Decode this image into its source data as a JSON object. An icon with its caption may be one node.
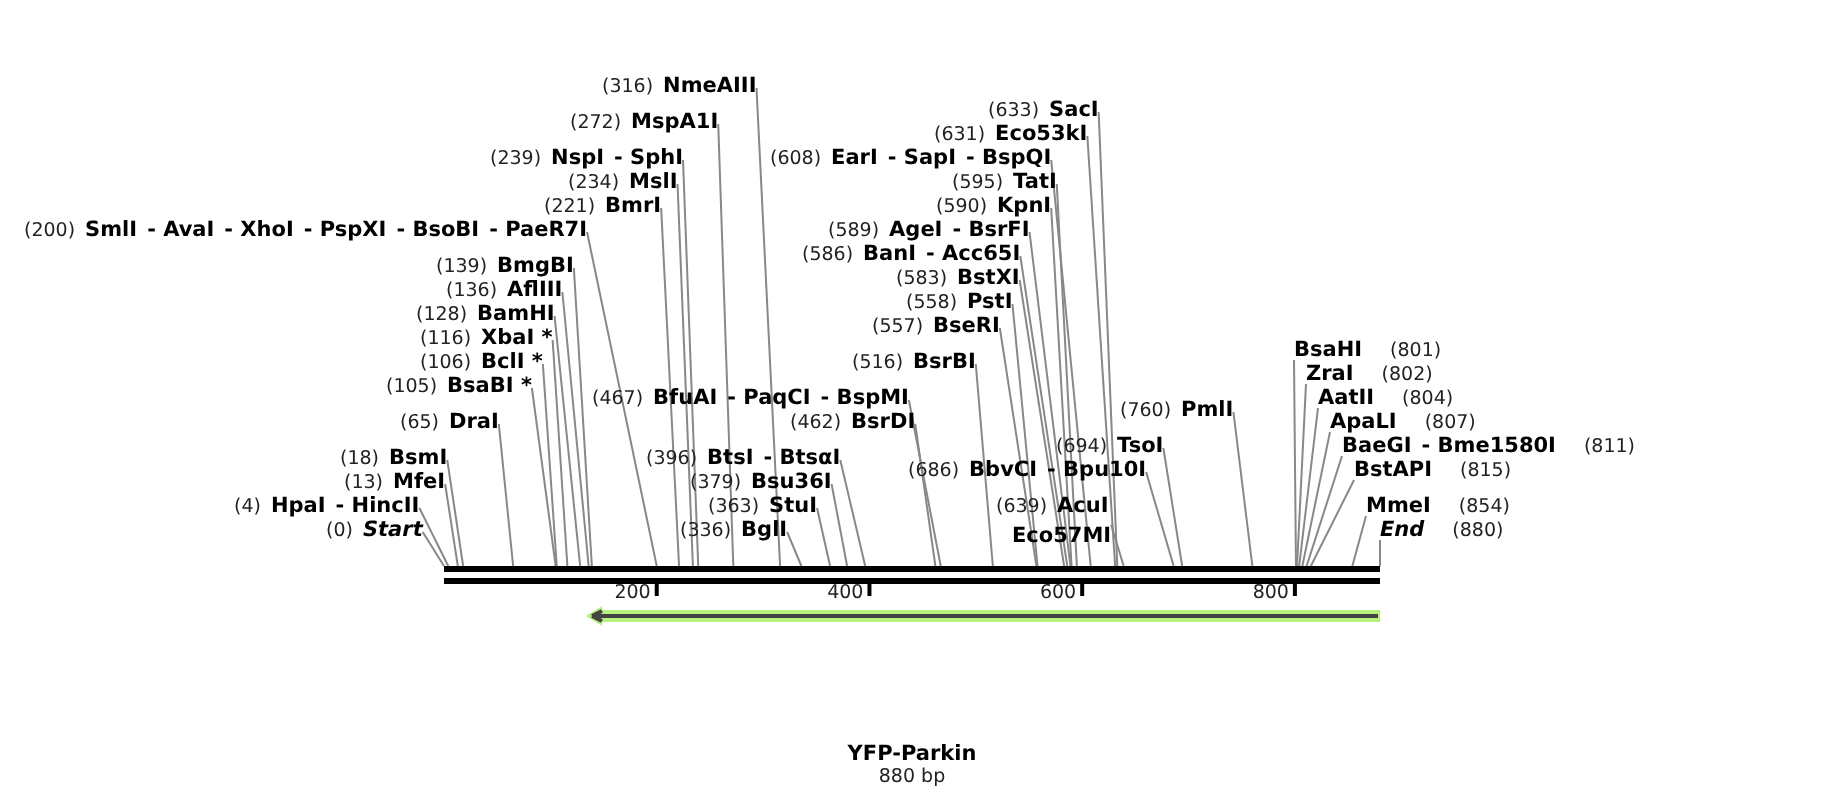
{
  "diagram": {
    "title": "YFP-Parkin",
    "caption": "880 bp",
    "nodes": [
      {
        "text": [
          "(0)",
          "Start"
        ]
      },
      {
        "text": [
          "(4)",
          "HpaI",
          "- HincII"
        ]
      },
      {
        "text": [
          "(13)",
          "MfeI"
        ]
      },
      {
        "text": [
          "(18)",
          "BsmI"
        ]
      },
      {
        "text": [
          "(65)",
          "DraI"
        ]
      },
      {
        "text": [
          "(105)",
          "BsaBI *"
        ]
      },
      {
        "text": [
          "(106)",
          "BclI *"
        ]
      },
      {
        "text": [
          "(116)",
          "XbaI *"
        ]
      },
      {
        "text": [
          "(128)",
          "BamHI"
        ]
      },
      {
        "text": [
          "(136)",
          "AflIII"
        ]
      },
      {
        "text": [
          "(139)",
          "BmgBI"
        ]
      },
      {
        "text": [
          "(200)",
          "SmlI",
          "- AvaI",
          "- XhoI",
          "- PspXI",
          "- BsoBI",
          "- PaeR7I"
        ]
      },
      {
        "text": [
          "(221)",
          "BmrI"
        ]
      },
      {
        "text": [
          "(234)",
          "MslI"
        ]
      },
      {
        "text": [
          "(239)",
          "NspI",
          "- SphI"
        ]
      },
      {
        "text": [
          "(272)",
          "MspA1I"
        ]
      },
      {
        "text": [
          "(316)",
          "NmeAIII"
        ]
      },
      {
        "text": [
          "(467)",
          "BfuAI",
          "- PaqCI",
          "- BspMI"
        ]
      },
      {
        "text": [
          "(396)",
          "BtsI",
          "- BtsαI"
        ]
      },
      {
        "text": [
          "(379)",
          "Bsu36I"
        ]
      },
      {
        "text": [
          "(363)",
          "StuI"
        ]
      },
      {
        "text": [
          "(336)",
          "BglI"
        ]
      },
      {
        "text": [
          "(462)",
          "BsrDI"
        ]
      },
      {
        "text": [
          "(516)",
          "BsrBI"
        ]
      },
      {
        "text": [
          "(557)",
          "BseRI"
        ]
      },
      {
        "text": [
          "(558)",
          "PstI"
        ]
      },
      {
        "text": [
          "(583)",
          "BstXI"
        ]
      },
      {
        "text": [
          "(586)",
          "BanI",
          "- Acc65I"
        ]
      },
      {
        "text": [
          "(589)",
          "AgeI",
          "- BsrFI"
        ]
      },
      {
        "text": [
          "(590)",
          "KpnI"
        ]
      },
      {
        "text": [
          "(595)",
          "TatI"
        ]
      },
      {
        "text": [
          "(608)",
          "EarI",
          "- SapI",
          "- BspQI"
        ]
      },
      {
        "text": [
          "(631)",
          "Eco53kI"
        ]
      },
      {
        "text": [
          "(633)",
          "SacI"
        ]
      },
      {
        "text": [
          "(686)",
          "BbvCI",
          "- Bpu10I"
        ]
      },
      {
        "text": [
          "(694)",
          "TsoI"
        ]
      },
      {
        "text": [
          "(639)",
          "AcuI",
          "Eco57MI"
        ]
      },
      {
        "text": [
          "(760)",
          "PmlI"
        ]
      },
      {
        "text": [
          "BsaHI",
          "(801)"
        ]
      },
      {
        "text": [
          "ZraI",
          "(802)"
        ]
      },
      {
        "text": [
          "AatII",
          "(804)"
        ]
      },
      {
        "text": [
          "ApaLI",
          "(807)"
        ]
      },
      {
        "text": [
          "BaeGI",
          "- Bme1580I",
          "(811)"
        ]
      },
      {
        "text": [
          "BstAPI",
          "(815)"
        ]
      },
      {
        "text": [
          "MmeI",
          "(854)"
        ]
      },
      {
        "text": [
          "End",
          "(880)"
        ]
      },
      {
        "text": [],
        "shape": "bar"
      }
    ],
    "edges": [
      {
        "from": 0,
        "to": 46,
        "arrow": "none"
      },
      {
        "from": 1,
        "to": 46,
        "arrow": "none"
      },
      {
        "from": 2,
        "to": 46,
        "arrow": "none"
      },
      {
        "from": 3,
        "to": 46,
        "arrow": "none"
      },
      {
        "from": 4,
        "to": 46,
        "arrow": "none"
      },
      {
        "from": 5,
        "to": 46,
        "arrow": "none"
      },
      {
        "from": 6,
        "to": 46,
        "arrow": "none"
      },
      {
        "from": 7,
        "to": 46,
        "arrow": "none"
      },
      {
        "from": 8,
        "to": 46,
        "arrow": "none"
      },
      {
        "from": 9,
        "to": 46,
        "arrow": "none"
      },
      {
        "from": 10,
        "to": 46,
        "arrow": "none"
      },
      {
        "from": 11,
        "to": 46,
        "arrow": "none"
      },
      {
        "from": 12,
        "to": 46,
        "arrow": "none"
      },
      {
        "from": 13,
        "to": 46,
        "arrow": "none"
      },
      {
        "from": 14,
        "to": 46,
        "arrow": "none"
      },
      {
        "from": 15,
        "to": 46,
        "arrow": "none"
      },
      {
        "from": 16,
        "to": 46,
        "arrow": "none"
      },
      {
        "from": 17,
        "to": 46,
        "arrow": "none"
      },
      {
        "from": 18,
        "to": 46,
        "arrow": "none"
      },
      {
        "from": 19,
        "to": 46,
        "arrow": "none"
      },
      {
        "from": 20,
        "to": 46,
        "arrow": "none"
      },
      {
        "from": 21,
        "to": 46,
        "arrow": "none"
      },
      {
        "from": 22,
        "to": 46,
        "arrow": "none"
      },
      {
        "from": 23,
        "to": 46,
        "arrow": "none"
      },
      {
        "from": 24,
        "to": 46,
        "arrow": "none"
      },
      {
        "from": 25,
        "to": 46,
        "arrow": "none"
      },
      {
        "from": 26,
        "to": 46,
        "arrow": "none"
      },
      {
        "from": 27,
        "to": 46,
        "arrow": "none"
      },
      {
        "from": 28,
        "to": 46,
        "arrow": "none"
      },
      {
        "from": 29,
        "to": 46,
        "arrow": "none"
      },
      {
        "from": 30,
        "to": 46,
        "arrow": "none"
      },
      {
        "from": 31,
        "to": 46,
        "arrow": "none"
      },
      {
        "from": 32,
        "to": 46,
        "arrow": "none"
      },
      {
        "from": 33,
        "to": 46,
        "arrow": "none"
      },
      {
        "from": 34,
        "to": 46,
        "arrow": "none"
      },
      {
        "from": 35,
        "to": 46,
        "arrow": "none"
      },
      {
        "from": 36,
        "to": 46,
        "arrow": "none"
      },
      {
        "from": 37,
        "to": 46,
        "arrow": "none"
      },
      {
        "from": 38,
        "to": 46,
        "arrow": "none"
      },
      {
        "from": 39,
        "to": 46,
        "arrow": "none"
      },
      {
        "from": 40,
        "to": 46,
        "arrow": "none"
      },
      {
        "from": 41,
        "to": 46,
        "arrow": "none"
      },
      {
        "from": 42,
        "to": 46,
        "arrow": "none"
      },
      {
        "from": 43,
        "to": 46,
        "arrow": "none"
      },
      {
        "from": 44,
        "to": 46,
        "arrow": "none"
      },
      {
        "from": 45,
        "to": 46,
        "arrow": "none"
      }
    ],
    "labels": [
      "200",
      "400",
      "600",
      "800"
    ]
  }
}
